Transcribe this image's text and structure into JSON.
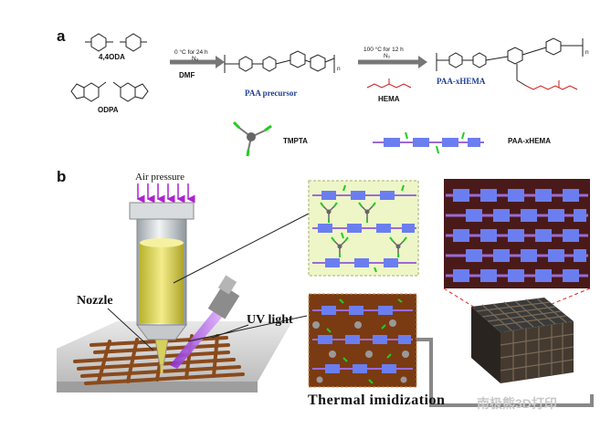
{
  "panel_a": {
    "label": "a",
    "oda_name": "4,4ODA",
    "odpa_name": "ODPA",
    "step1_conditions": "0 °C for 24 h",
    "step1_atmosphere": "N₂",
    "step1_solvent": "DMF",
    "step2_conditions": "100 °C for 12 h",
    "step2_atmosphere": "N₂",
    "hema_name": "HEMA",
    "paa_precursor_label": "PAA precursor",
    "paa_xhema_label": "PAA-xHEMA",
    "tmpta_legend": "TMPTA",
    "paa_xhema_legend": "PAA-xHEMA",
    "n_subscript": "n"
  },
  "panel_b": {
    "label": "b",
    "air_pressure": "Air pressure",
    "nozzle": "Nozzle",
    "uv_light": "UV light",
    "thermal": "Thermal imidization"
  },
  "watermark": "南极熊3D打印",
  "colors": {
    "chain_blue": "#6b7ef0",
    "chain_purple": "#9b6bd6",
    "tmpta_green": "#22cc22",
    "resin_yellow": "#eef6c8",
    "cured_brown": "#7a3b12",
    "dark_maroon": "#4a1a1a",
    "title_blue": "#1f3f9a",
    "hema_red": "#d01a1a"
  }
}
